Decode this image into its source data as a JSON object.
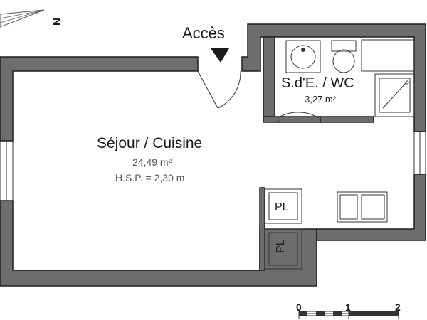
{
  "access_label": "Accès",
  "north_label": "N",
  "rooms": {
    "living": {
      "name": "Séjour / Cuisine",
      "area": "24,49 m²",
      "ceiling_height": "H.S.P. = 2,30 m"
    },
    "bathroom": {
      "name": "S.d'E. / WC",
      "area": "3,27 m²"
    }
  },
  "closets": {
    "closet_1": "PL",
    "closet_2": "PL"
  },
  "scale": {
    "ticks": [
      "0",
      "1",
      "2"
    ]
  },
  "colors": {
    "wall": "#6d6d6d",
    "wall_outline": "#1f1f1f",
    "line": "#333333"
  }
}
